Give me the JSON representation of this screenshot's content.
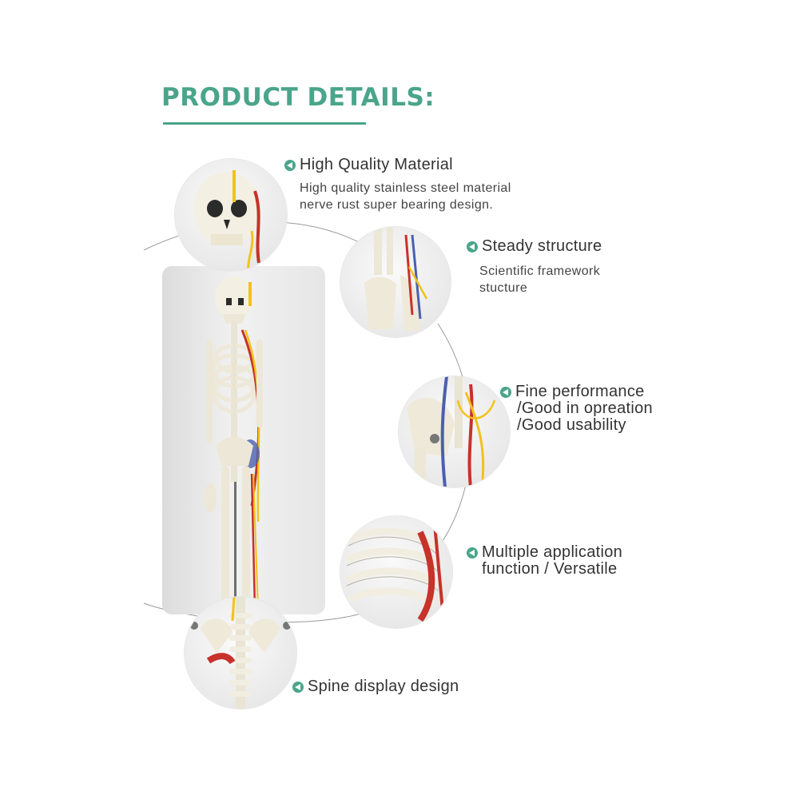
{
  "page": {
    "title": "PRODUCT DETAILS:",
    "accent_color": "#4aa58a"
  },
  "features": [
    {
      "title": "High Quality Material",
      "description": [
        "High quality stainless steel material",
        "nerve rust super bearing design."
      ],
      "icon": "chevron-left-bullet-icon",
      "image": "skull-closeup-photo"
    },
    {
      "title": "Steady structure",
      "description": [
        "Scientific framework",
        "stucture"
      ],
      "icon": "chevron-left-bullet-icon",
      "image": "foot-closeup-photo"
    },
    {
      "title": "Fine performance",
      "description": [
        "/Good in opreation",
        "/Good usability"
      ],
      "icon": "chevron-left-bullet-icon",
      "image": "pelvis-closeup-photo"
    },
    {
      "title": "Multiple application",
      "description": [
        "function / Versatile"
      ],
      "icon": "chevron-left-bullet-icon",
      "image": "ribcage-closeup-photo"
    },
    {
      "title": "Spine display design",
      "description": [],
      "icon": "chevron-left-bullet-icon",
      "image": "spine-closeup-photo"
    }
  ],
  "main_image": "full-skeleton-model-photo"
}
